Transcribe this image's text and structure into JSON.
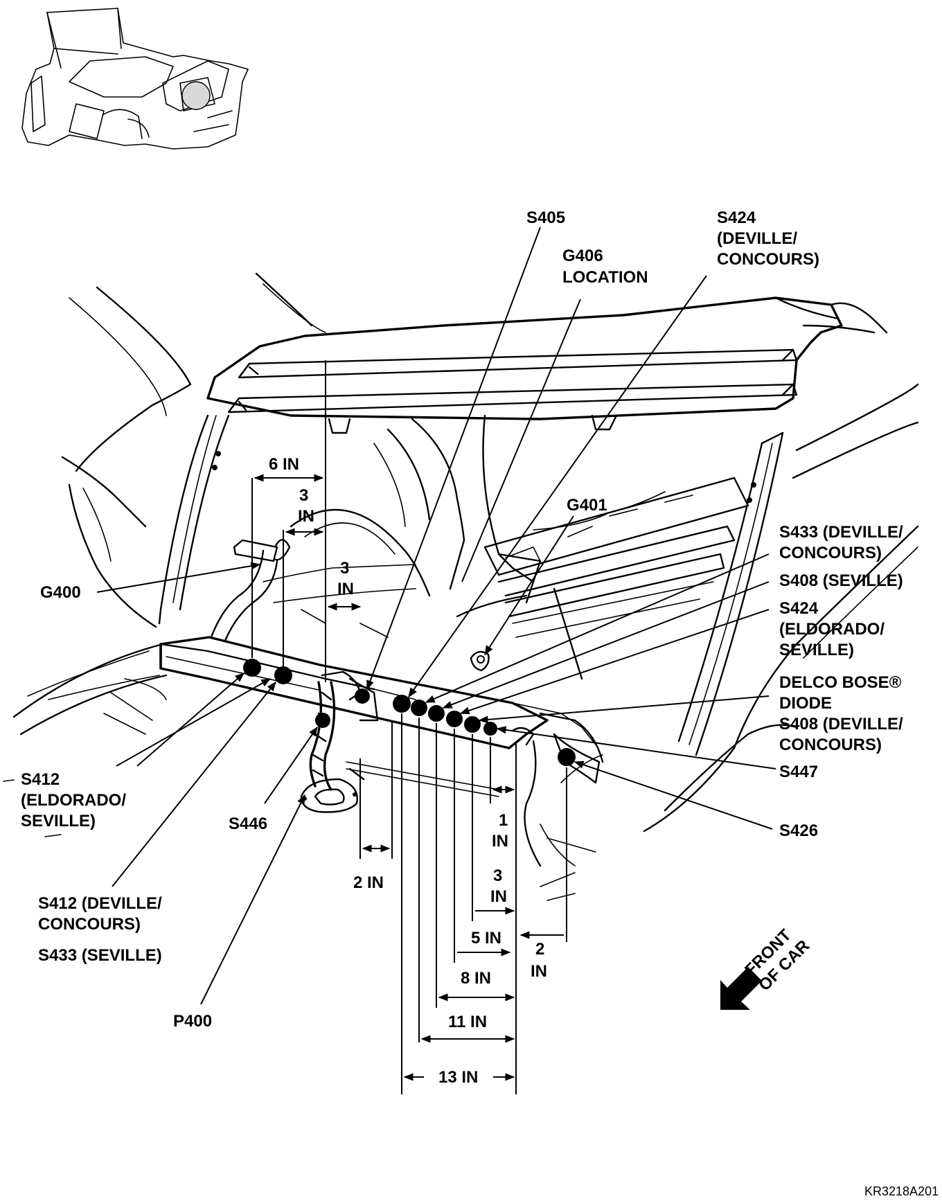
{
  "diagram_code": "KR3218A201",
  "labels": {
    "s405": "S405",
    "g406": [
      "G406",
      "LOCATION"
    ],
    "s424_dc": [
      "S424",
      "(DEVILLE/",
      "CONCOURS)"
    ],
    "g401": "G401",
    "s433_dc": [
      "S433 (DEVILLE/",
      "CONCOURS)"
    ],
    "s408_sev": "S408 (SEVILLE)",
    "s424_es": [
      "S424",
      "(ELDORADO/",
      "SEVILLE)"
    ],
    "delco": [
      "DELCO BOSE®",
      "DIODE"
    ],
    "s408_dc": [
      "S408 (DEVILLE/",
      "CONCOURS)"
    ],
    "s447": "S447",
    "s426": "S426",
    "g400": "G400",
    "s412_es": [
      "S412",
      "(ELDORADO/",
      "SEVILLE)"
    ],
    "s446": "S446",
    "s412_dc": [
      "S412 (DEVILLE/",
      "CONCOURS)"
    ],
    "s433_sev": "S433 (SEVILLE)",
    "p400": "P400",
    "front": [
      "FRONT",
      "OF CAR"
    ]
  },
  "dimensions": {
    "d6": "6 IN",
    "d3a": [
      "3",
      "IN"
    ],
    "d3b": [
      "3",
      "IN"
    ],
    "d2a": "2 IN",
    "d1": [
      "1",
      "IN"
    ],
    "d3c": [
      "3",
      "IN"
    ],
    "d5": "5 IN",
    "d8": "8 IN",
    "d11": "11 IN",
    "d13": "13 IN",
    "d2b": [
      "2",
      "IN"
    ]
  },
  "colors": {
    "ink": "#000000",
    "paper": "#ffffff"
  }
}
